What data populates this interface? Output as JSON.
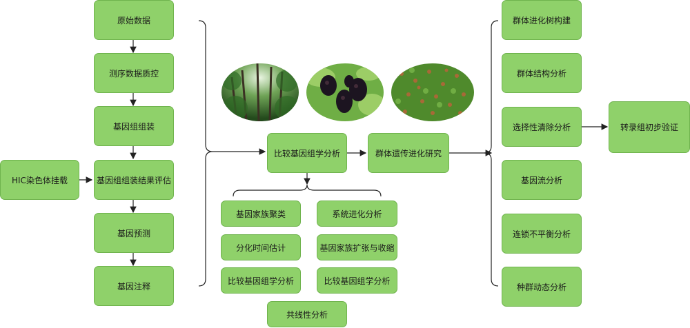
{
  "pipeline": {
    "raw_data": "原始数据",
    "sequencing_qc": "测序数据质控",
    "genome_assembly": "基因组组装",
    "assembly_eval": "基因组组装结果评估",
    "gene_prediction": "基因预测",
    "gene_annotation": "基因注释"
  },
  "hic": "HIC染色体挂载",
  "center": {
    "comparative": "比较基因组学分析",
    "population": "群体遗传进化研究"
  },
  "sub_analyses": [
    "基因家族聚类",
    "系统进化分析",
    "分化时间估计",
    "基因家族扩张与收缩",
    "比较基因组学分析",
    "比较基因组学分析",
    "共线性分析"
  ],
  "right_column": [
    "群体进化树构建",
    "群体结构分析",
    "选择性清除分析",
    "基因流分析",
    "连锁不平衡分析",
    "种群动态分析"
  ],
  "final": "转录组初步验证",
  "images": [
    "forest-photo",
    "mulberry-photo",
    "field-photo"
  ],
  "colors": {
    "box_fill": "#8fd16a",
    "box_border": "#6fb34d",
    "line": "#222222"
  }
}
